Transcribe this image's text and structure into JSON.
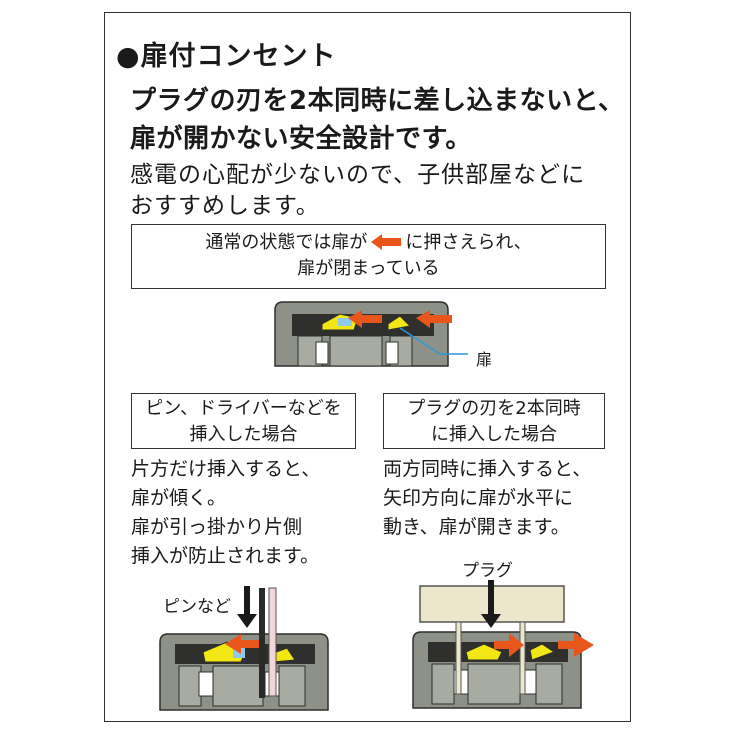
{
  "heading": {
    "bullet": "●",
    "title": "扉付コンセント"
  },
  "lead": {
    "line1": "プラグの刃を2本同時に差し込まないと、",
    "line2": "扉が開かない安全設計です。"
  },
  "description": {
    "line1": "感電の心配が少ないので、子供部屋などに",
    "line2": "おすすめします。"
  },
  "normal_state": {
    "line1_before": "通常の状態では扉が",
    "line1_after": "に押さえられ、",
    "line2": "扉が閉まっている",
    "door_label": "扉"
  },
  "pin_case": {
    "box_line1": "ピン、ドライバーなどを",
    "box_line2": "挿入した場合",
    "text": [
      "片方だけ挿入すると、",
      "扉が傾く。",
      "扉が引っ掛かり片側",
      "挿入が防止されます。"
    ],
    "pin_label": "ピンなど"
  },
  "plug_case": {
    "box_line1": "プラグの刃を2本同時",
    "box_line2": "に挿入した場合",
    "text": [
      "両方同時に挿入すると、",
      "矢印方向に扉が水平に",
      "動き、扉が開きます。"
    ],
    "plug_label": "プラグ"
  },
  "colors": {
    "arrow_orange": "#e8561c",
    "body_gray": "#8d9188",
    "body_dark": "#4a4d47",
    "door_yellow": "#f2e614",
    "door_blue": "#8ec9ec",
    "plug_beige": "#ebe6cc",
    "pin_pink": "#f3d6da"
  }
}
